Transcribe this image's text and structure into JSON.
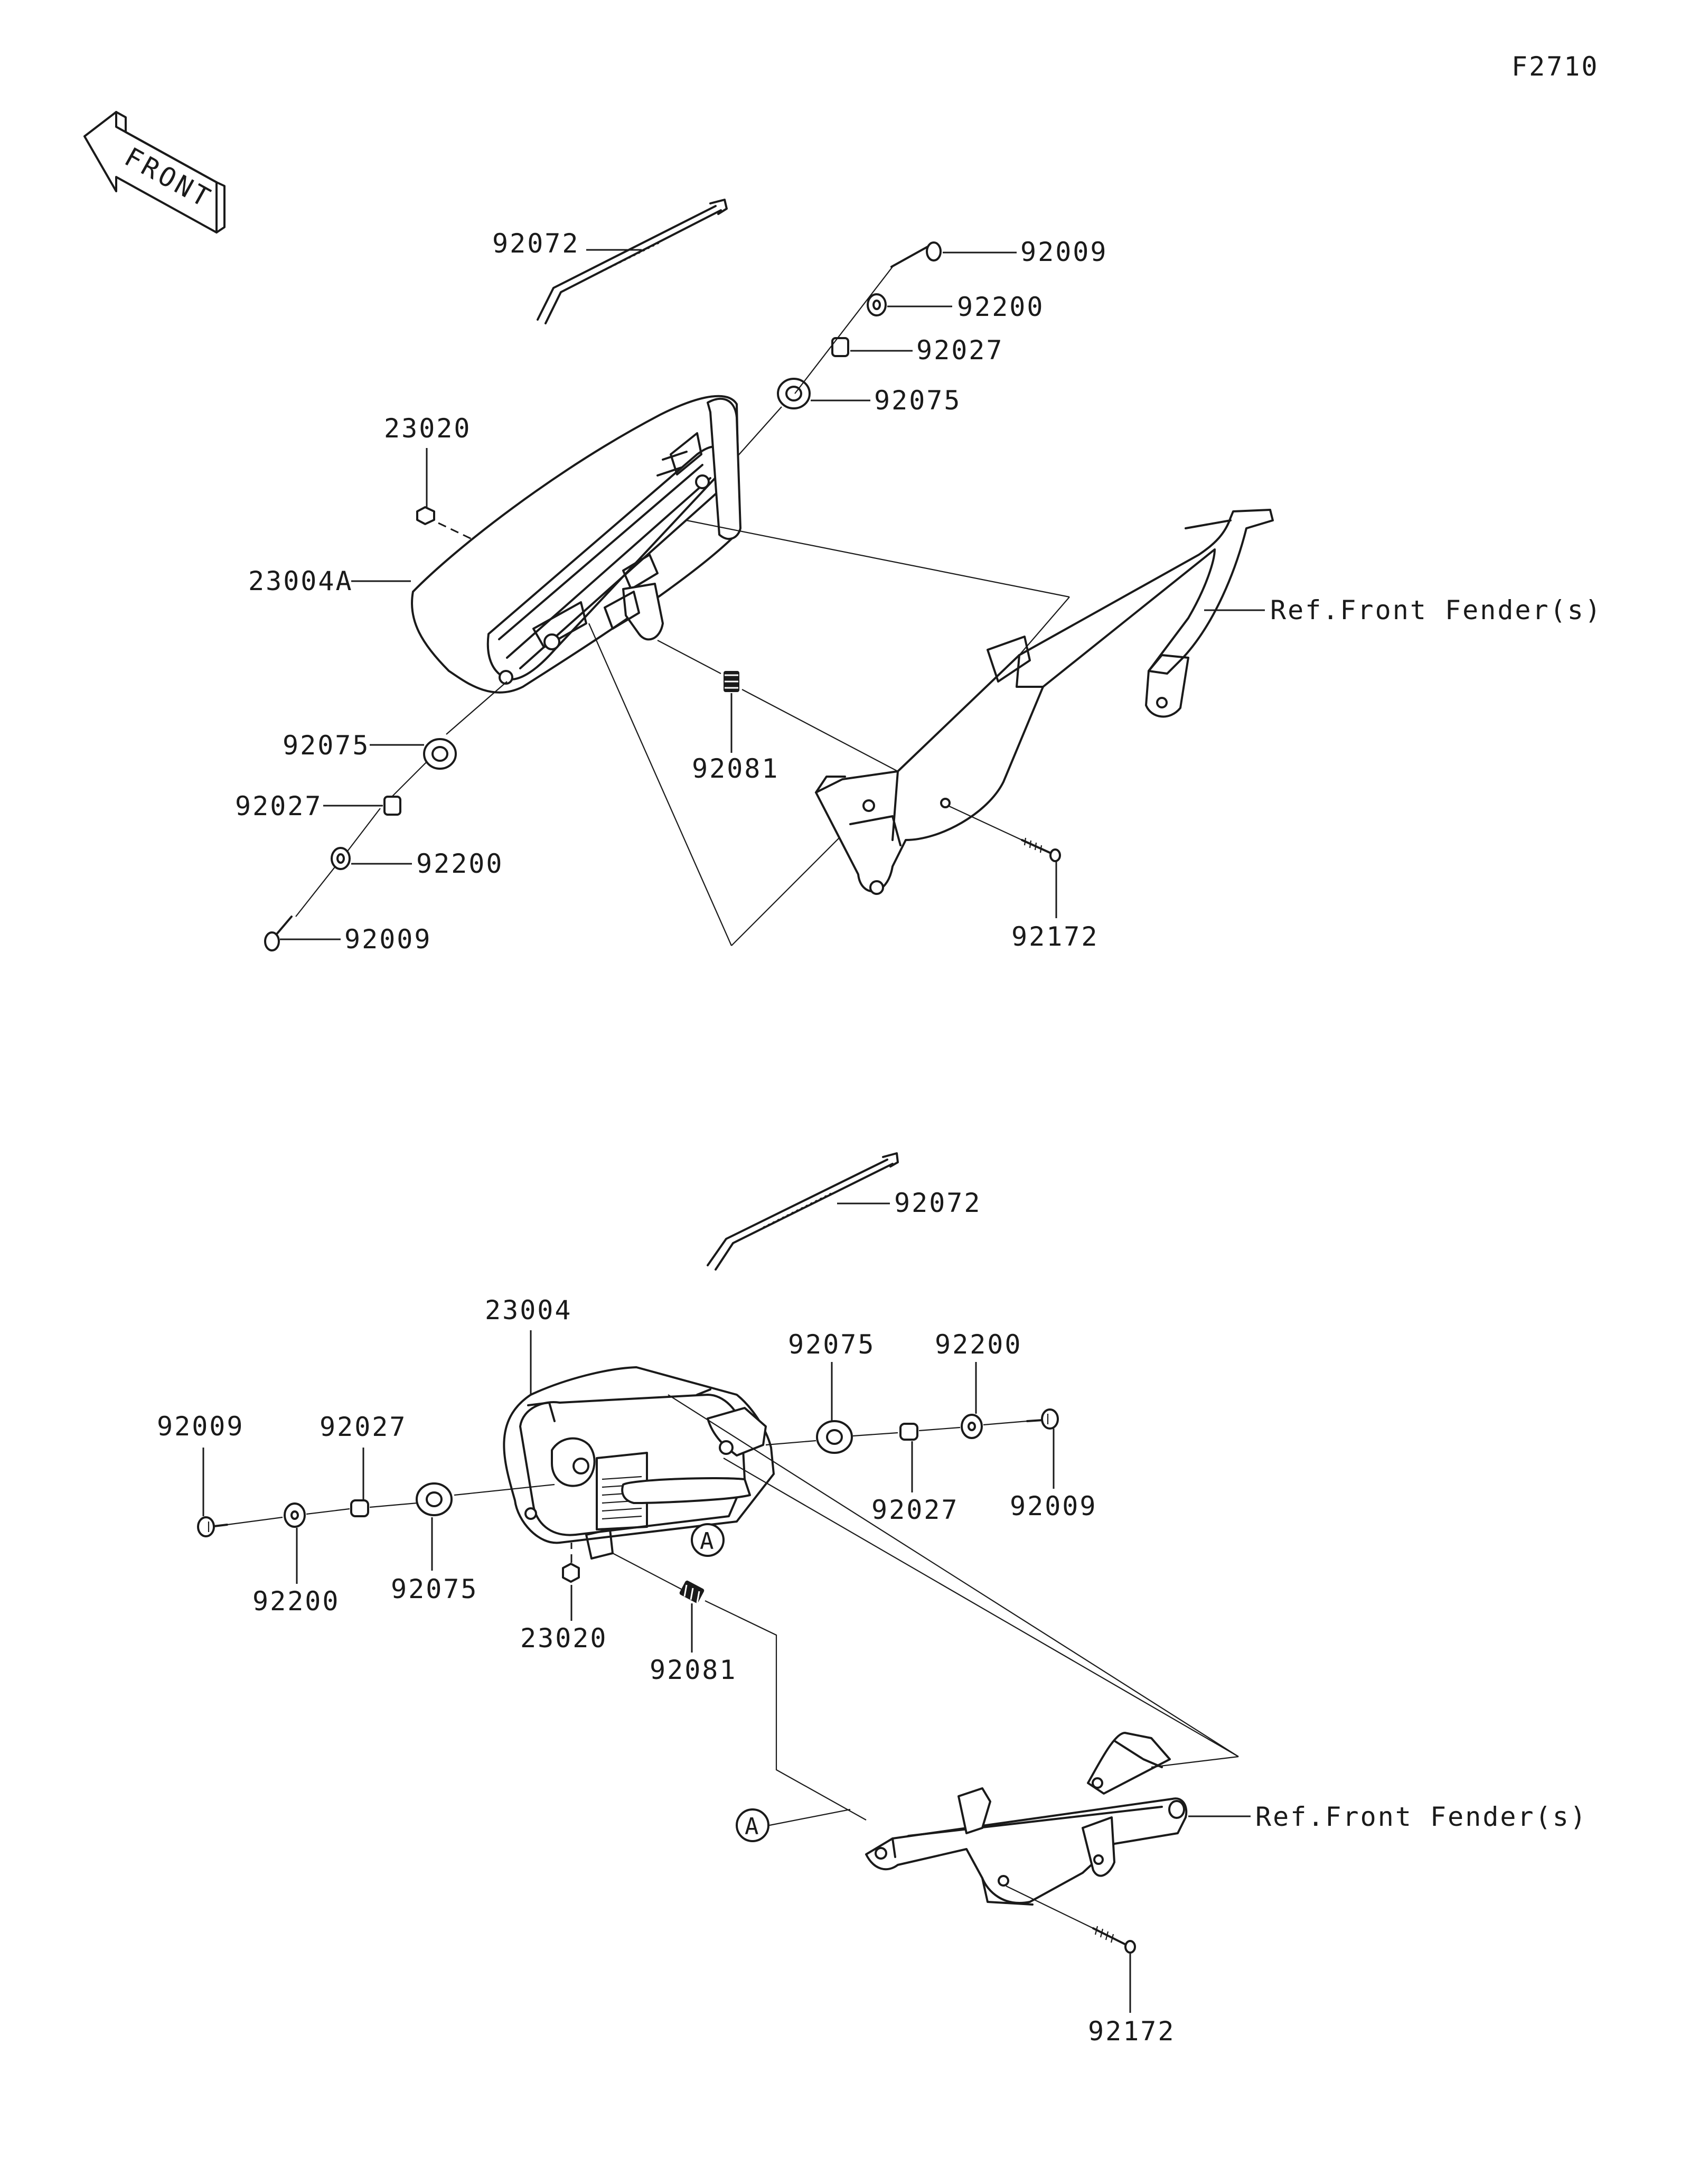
{
  "figure_code": "F2710",
  "front_arrow_label": "FRONT",
  "reference_marker": "A",
  "upper_assembly": {
    "labels": {
      "tie_strap": "92072",
      "bolt_right": "92009",
      "washer_right": "92200",
      "collar_right": "92027",
      "grommet_right": "92075",
      "nut": "23020",
      "lamp_housing": "23004A",
      "grommet_left": "92075",
      "collar_left": "92027",
      "washer_left": "92200",
      "bolt_left": "92009",
      "spring": "92081",
      "tapping_screw": "92172",
      "fender_ref": "Ref.Front Fender(s)"
    }
  },
  "lower_assembly": {
    "labels": {
      "tie_strap": "92072",
      "lamp_housing": "23004",
      "grommet_right": "92075",
      "washer_right": "92200",
      "bolt_left": "92009",
      "collar_left": "92027",
      "collar_right": "92027",
      "bolt_right": "92009",
      "washer_left": "92200",
      "grommet_left": "92075",
      "nut": "23020",
      "spring": "92081",
      "tapping_screw": "92172",
      "fender_ref": "Ref.Front Fender(s)"
    }
  }
}
